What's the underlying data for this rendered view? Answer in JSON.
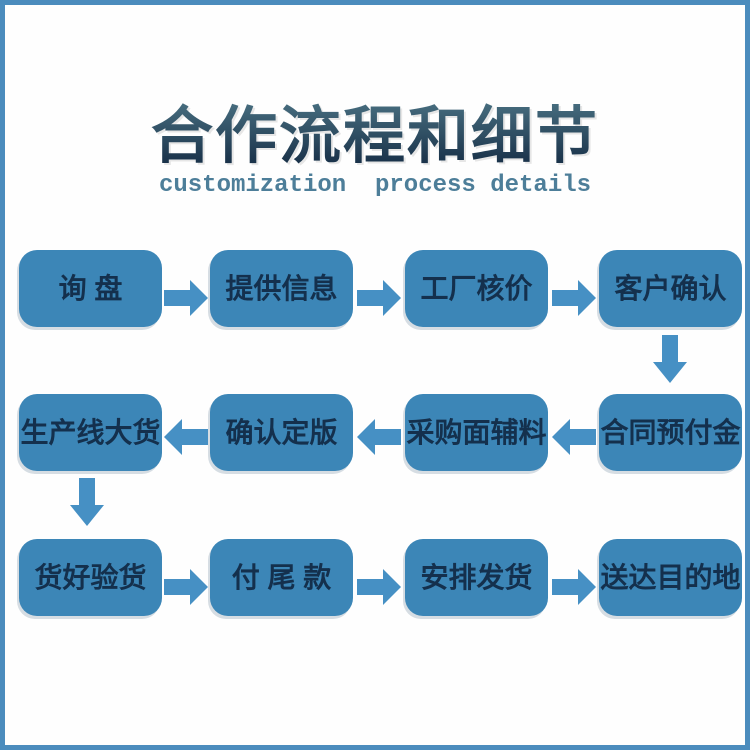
{
  "header": {
    "title": "合作流程和细节",
    "subtitle": "customization  process details"
  },
  "flow": {
    "rows": [
      {
        "direction": "right",
        "boxes": [
          "询 盘",
          "提供信息",
          "工厂核价",
          "客户确认"
        ]
      },
      {
        "direction": "left",
        "boxes": [
          "生产线大货",
          "确认定版",
          "采购面辅料",
          "合同预付金"
        ]
      },
      {
        "direction": "right",
        "boxes": [
          "货好验货",
          "付 尾 款",
          "安排发货",
          "送达目的地"
        ]
      }
    ],
    "sequence": [
      "询盘",
      "提供信息",
      "工厂核价",
      "客户确认",
      "合同预付金",
      "采购面辅料",
      "确认定版",
      "生产线大货",
      "货好验货",
      "付尾款",
      "安排发货",
      "送达目的地"
    ]
  },
  "colors": {
    "box": "#3c86b7",
    "arrow": "#4690c4",
    "frame": "#4b8cbd",
    "box_text": "#14304d",
    "subtitle": "#4d7e99",
    "title_top": "#547e8e",
    "title_bottom": "#172f47"
  }
}
